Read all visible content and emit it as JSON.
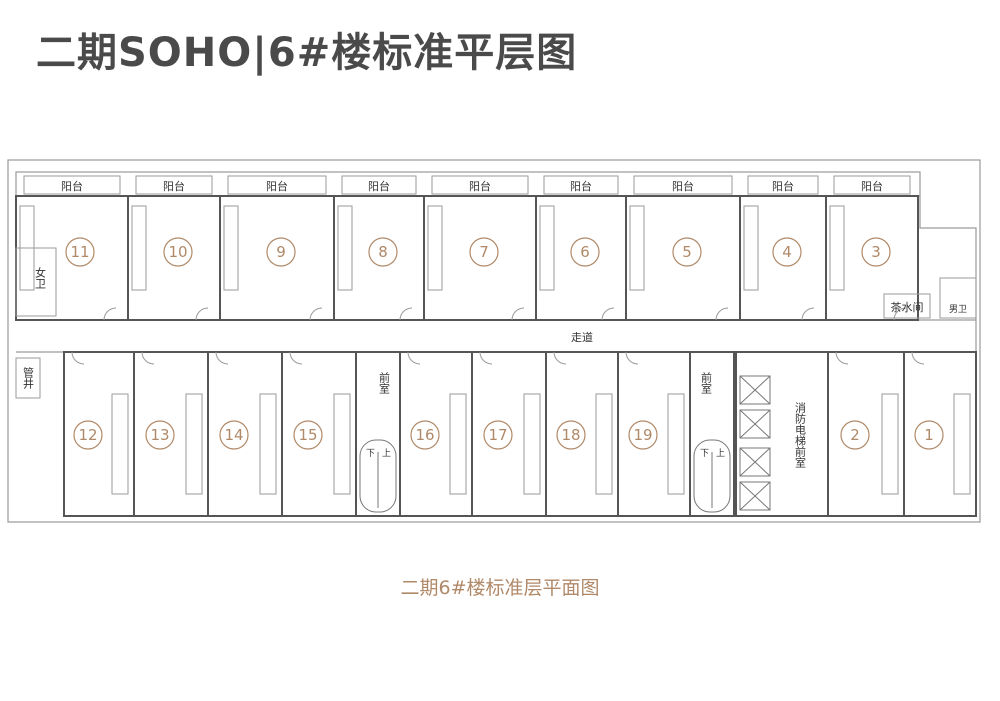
{
  "title": "二期SOHO|6#楼标准平层图",
  "caption": "二期6#楼标准层平面图",
  "colors": {
    "title": "#4a4a4a",
    "accent": "#b08968",
    "wall": "#555555",
    "line": "#9a9a9a"
  },
  "labels": {
    "balcony": "阳台",
    "corridor": "走道",
    "anteroom": "前室",
    "down": "下",
    "up": "上",
    "female_wc": "女卫",
    "male_wc": "男卫",
    "pipe_well": "管井",
    "tea_room": "茶水间",
    "fire_elevator_lobby": "消防电梯前室"
  },
  "units_top": [
    "11",
    "10",
    "9",
    "8",
    "7",
    "6",
    "5",
    "4",
    "3"
  ],
  "units_bottom": [
    "12",
    "13",
    "14",
    "15",
    "16",
    "17",
    "18",
    "19",
    "2",
    "1"
  ]
}
